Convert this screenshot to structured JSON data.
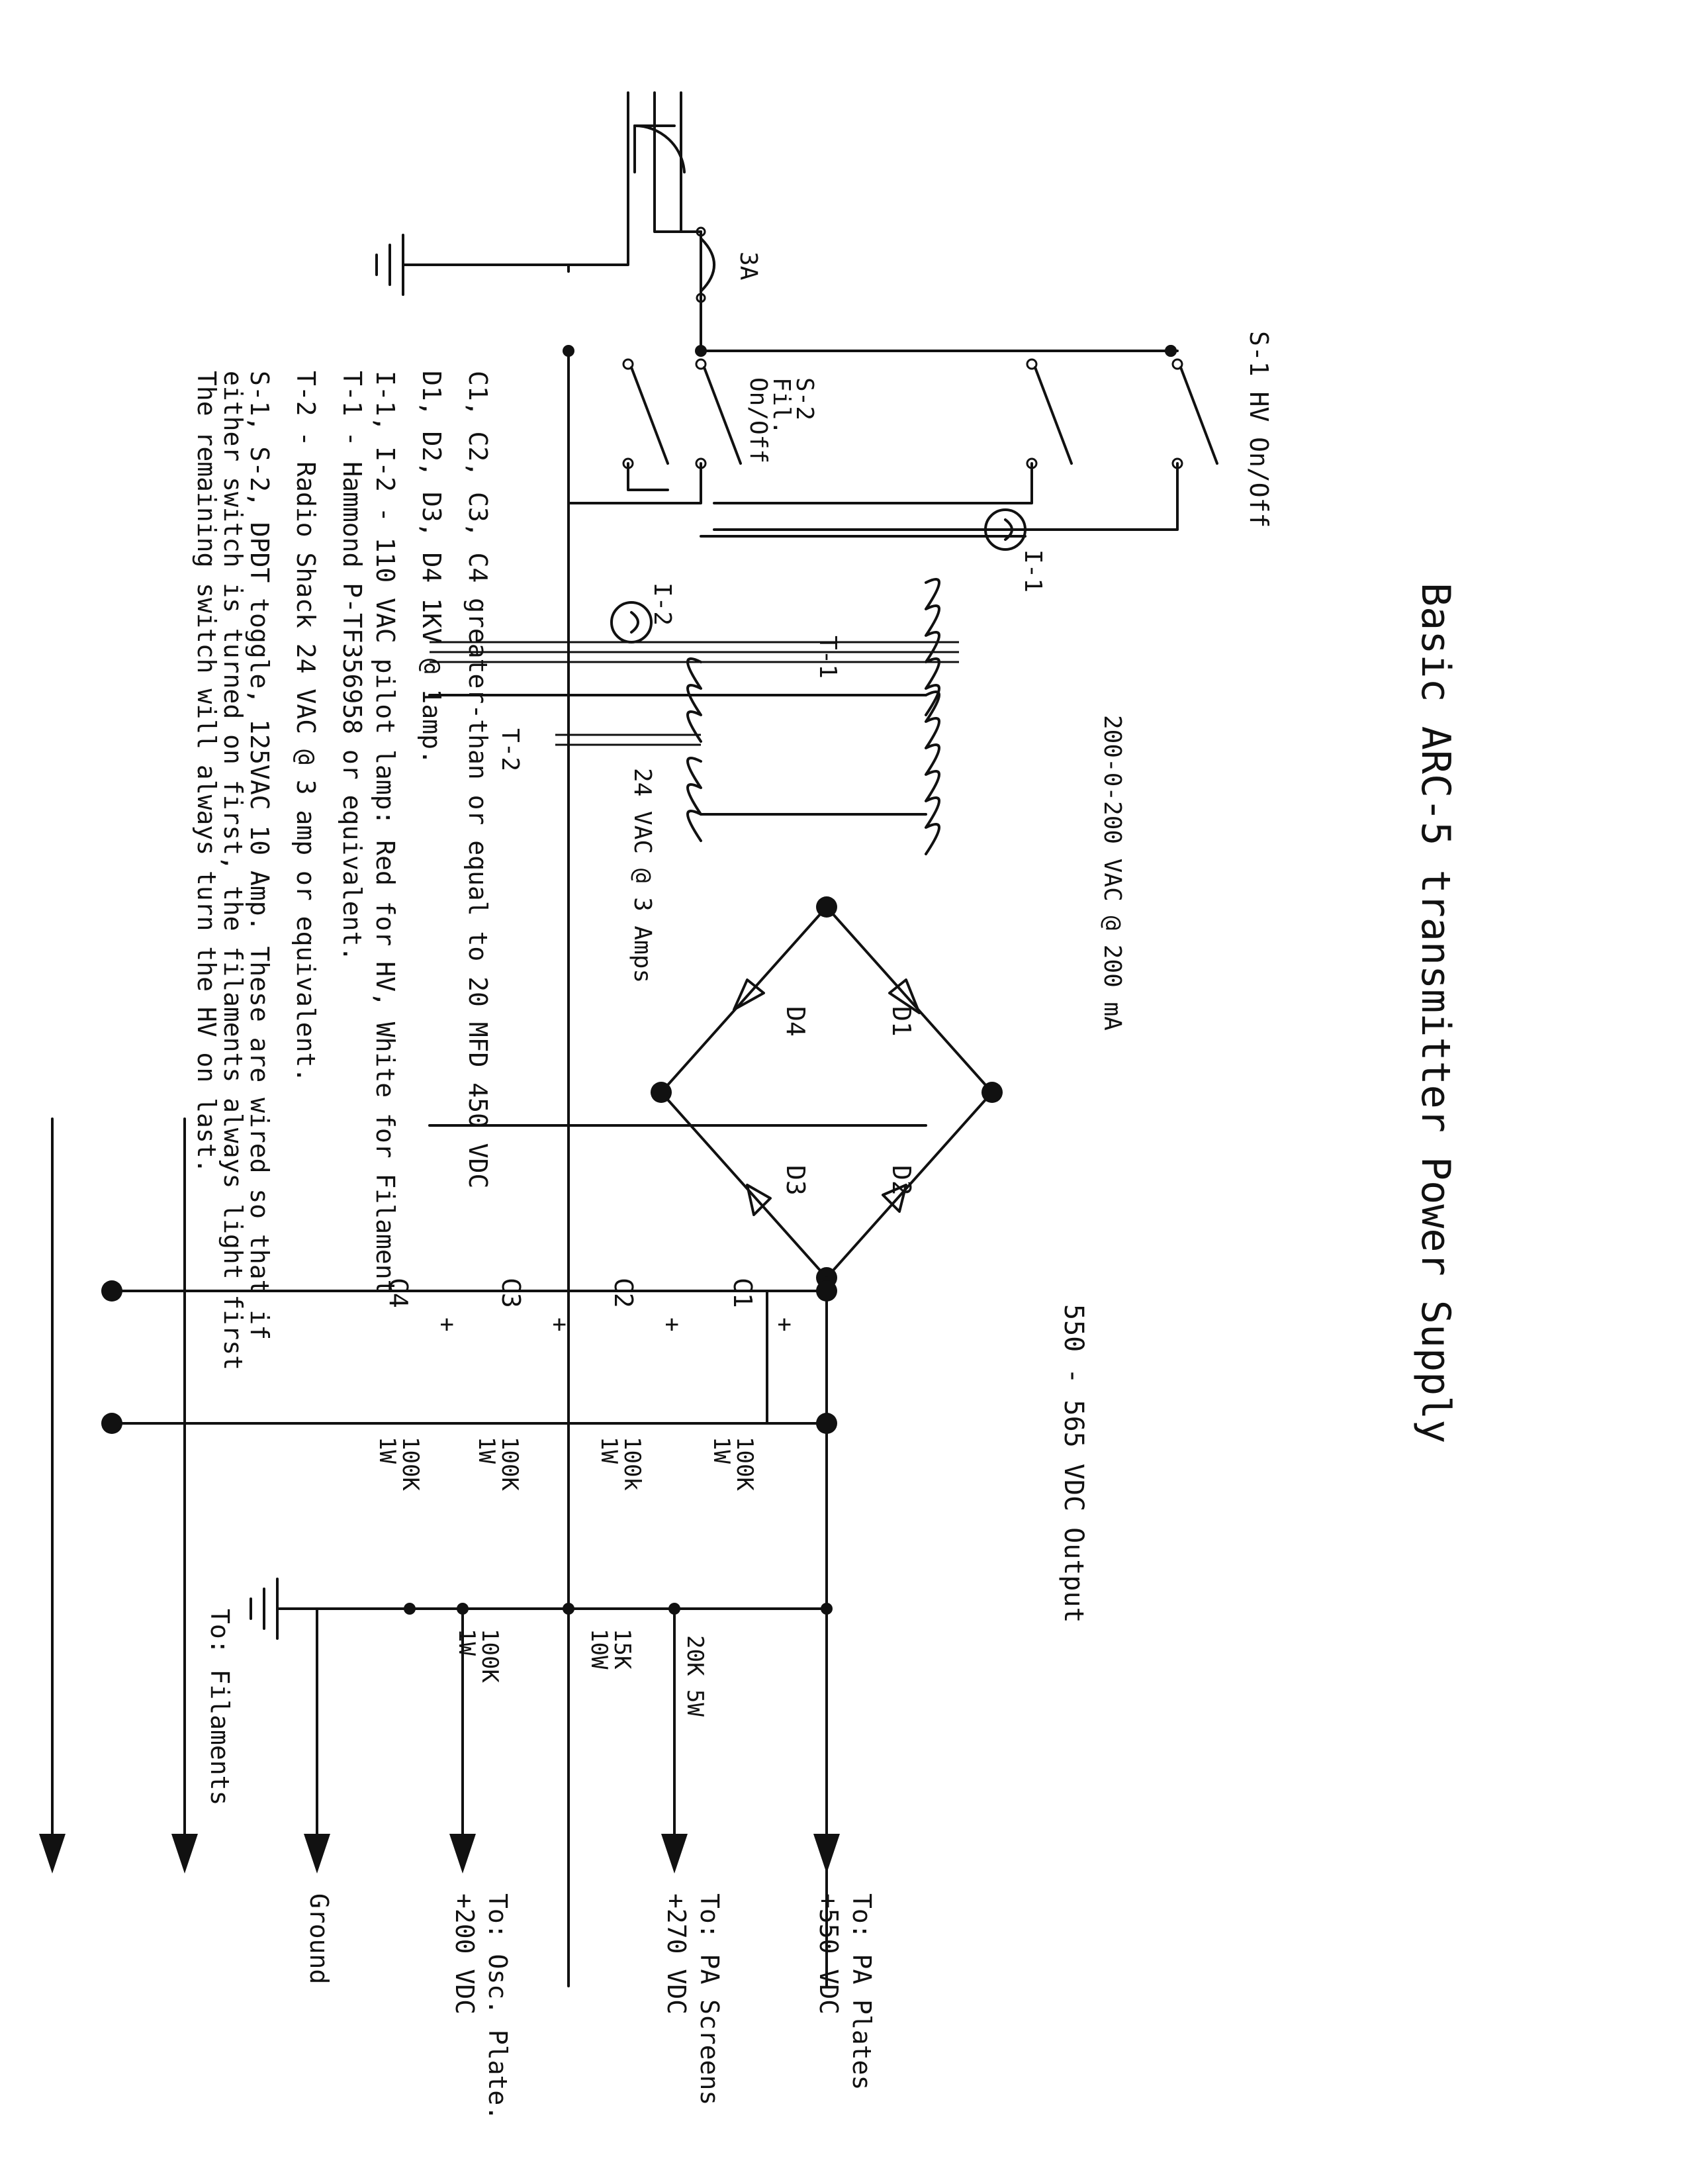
{
  "title": "Basic ARC-5 transmitter Power Supply",
  "components": {
    "fuse": "3A",
    "s1": "S-1 HV On/Off",
    "s2_line1": "S-2",
    "s2_line2": "Fil.",
    "s2_line3": "On/Off",
    "i1": "I-1",
    "i2": "I-2",
    "t1": "T-1",
    "t2": "T-2",
    "t1_secondary": "200-0-200 VAC @ 200 mA",
    "t2_secondary": "24 VAC @ 3 Amps",
    "d1": "D1",
    "d2": "D2",
    "d3": "D3",
    "d4": "D4",
    "output_label": "550 - 565 VDC Output",
    "c1": "C1",
    "c2": "C2",
    "c3": "C3",
    "c4": "C4",
    "plus": "+",
    "bleeders": [
      {
        "value": "100K",
        "power": "1W"
      },
      {
        "value": "100k",
        "power": "1W"
      },
      {
        "value": "100K",
        "power": "1W"
      },
      {
        "value": "100K",
        "power": "1W"
      }
    ],
    "r_15k": {
      "value": "15K",
      "power": "10W"
    },
    "r_100k_div": {
      "value": "100K",
      "power": "1W"
    },
    "r_20k": "20K 5W"
  },
  "outputs": {
    "pa_plates_1": "To: PA Plates",
    "pa_plates_2": "+550 VDC",
    "pa_screens_1": "To: PA Screens",
    "pa_screens_2": "+270 VDC",
    "osc_1": "To: Osc. Plate.",
    "osc_2": "+200 VDC",
    "ground": "Ground",
    "filaments": "To: Filaments"
  },
  "notes": [
    "C1, C2, C3, C4 greater-than or equal to 20 MFD 450 VDC",
    "D1, D2, D3, D4 1KV @ 1amp.",
    "I-1, I-2 - 110 VAC pilot lamp: Red for HV, White for Filament",
    "T-1 - Hammond  P-TF356958 or equivalent.",
    "T-2 - Radio Shack 24 VAC @ 3 amp or equivalent.",
    "S-1, S-2, DPDT toggle, 125VAC 10 Amp. These are wired so that if",
    "either switch is turned on first, the filaments always light first",
    "The remaining switch will always turn the HV on last."
  ]
}
